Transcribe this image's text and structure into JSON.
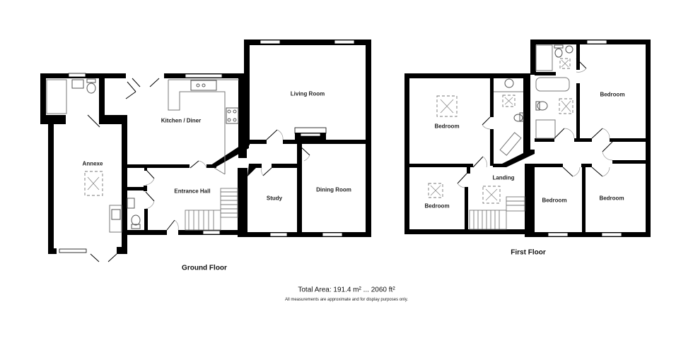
{
  "floors": {
    "ground": {
      "title": "Ground Floor",
      "rooms": {
        "annexe": "Annexe",
        "kitchen": "Kitchen / Diner",
        "living": "Living Room",
        "hall": "Entrance Hall",
        "study": "Study",
        "dining": "Dining Room"
      }
    },
    "first": {
      "title": "First Floor",
      "rooms": {
        "bedroom_1": "Bedroom",
        "bedroom_2": "Bedroom",
        "bedroom_3": "Bedroom",
        "bedroom_4": "Bedroom",
        "bedroom_5": "Bedroom",
        "landing": "Landing"
      }
    }
  },
  "footer": {
    "total_area": "Total Area: 191.4 m² ... 2060 ft²",
    "disclaimer": "All measurements are approximate and for display purposes only."
  },
  "colors": {
    "wall": "#000000",
    "background": "#ffffff",
    "fixture": "#777777"
  }
}
